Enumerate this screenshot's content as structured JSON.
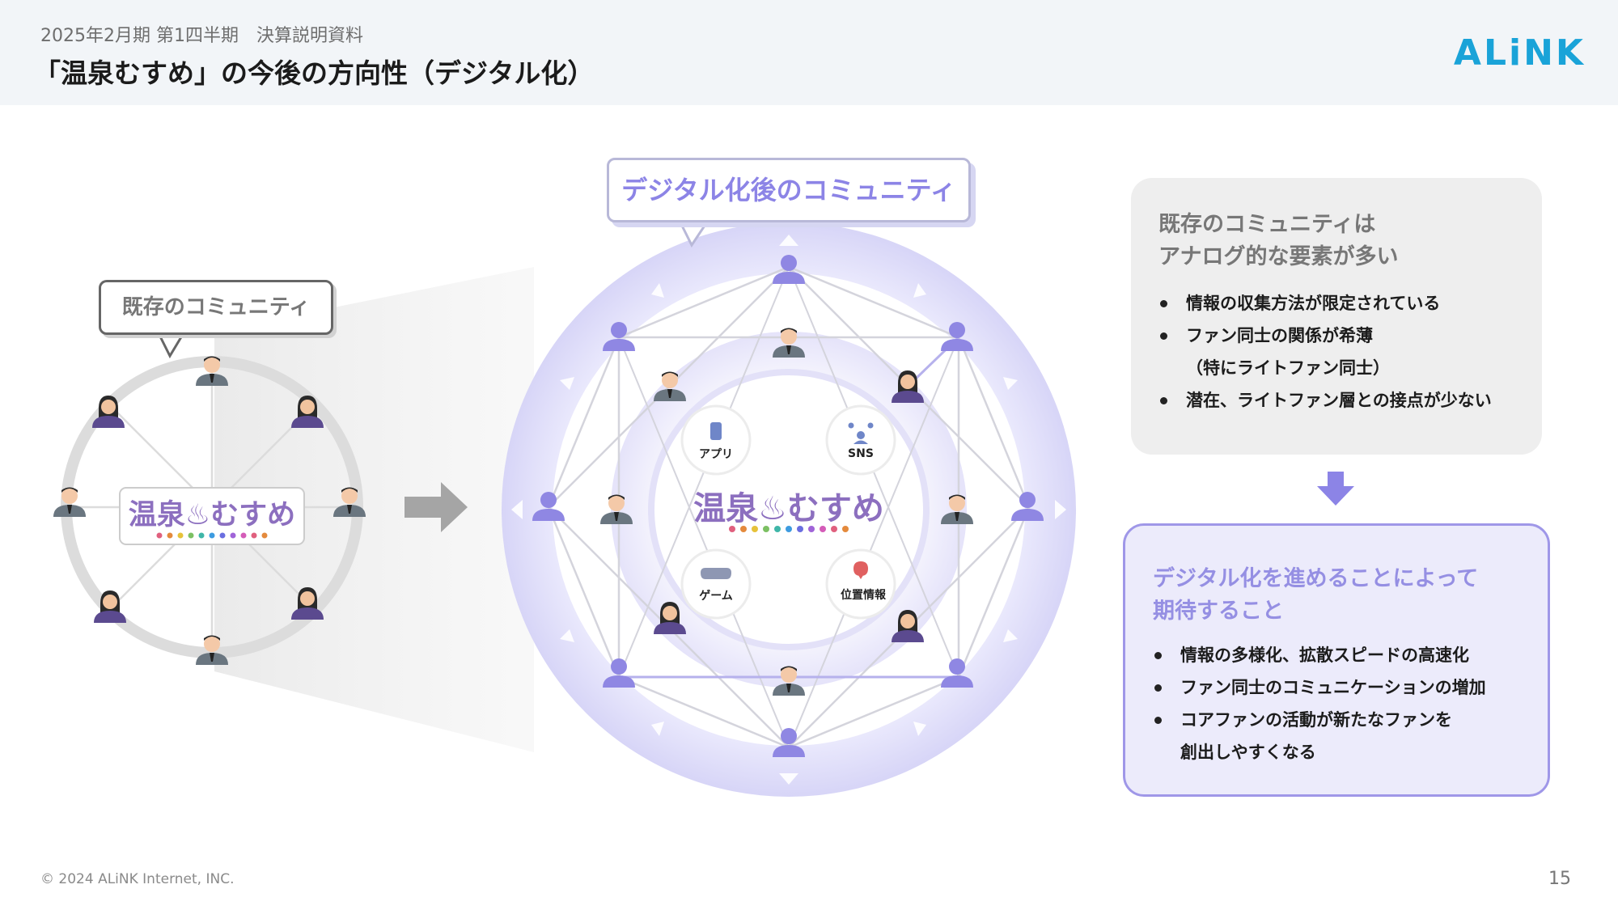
{
  "header": {
    "period": "2025年2月期 第1四半期　決算説明資料",
    "title": "「温泉むすめ」の今後の方向性（デジタル化）",
    "logo_text": "ALiNK"
  },
  "diagram": {
    "existing_bubble": "既存のコミュニティ",
    "digital_bubble": "デジタル化後のコミュニティ",
    "center_logo": "温泉♨むすめ",
    "hub_items": [
      {
        "label": "アプリ",
        "icon": "smartphone-icon"
      },
      {
        "label": "SNS",
        "icon": "network-icon"
      },
      {
        "label": "ゲーム",
        "icon": "game-controller-icon"
      },
      {
        "label": "位置情報",
        "icon": "map-pin-icon"
      }
    ]
  },
  "existing_card": {
    "title_line1": "既存のコミュニティは",
    "title_line2": "アナログ的な要素が多い",
    "items": [
      {
        "text": "情報の収集方法が限定されている",
        "cont": ""
      },
      {
        "text": "ファン同士の関係が希薄",
        "cont": "（特にライトファン同士）"
      },
      {
        "text": "潜在、ライトファン層との接点が少ない",
        "cont": ""
      }
    ]
  },
  "expect_card": {
    "title_line1": "デジタル化を進めることによって",
    "title_line2": "期待すること",
    "items": [
      {
        "text": "情報の多様化、拡散スピードの高速化",
        "cont": ""
      },
      {
        "text": "ファン同士のコミュニケーションの増加",
        "cont": ""
      },
      {
        "text": "コアファンの活動が新たなファンを",
        "cont": "創出しやすくなる"
      }
    ]
  },
  "footer": {
    "copyright": "© 2024 ALiNK Internet, INC.",
    "page_number": "15"
  },
  "colors": {
    "accent_purple": "#8c84e6",
    "logo_blue": "#1aa3d8",
    "header_bg": "#f2f5f8"
  }
}
